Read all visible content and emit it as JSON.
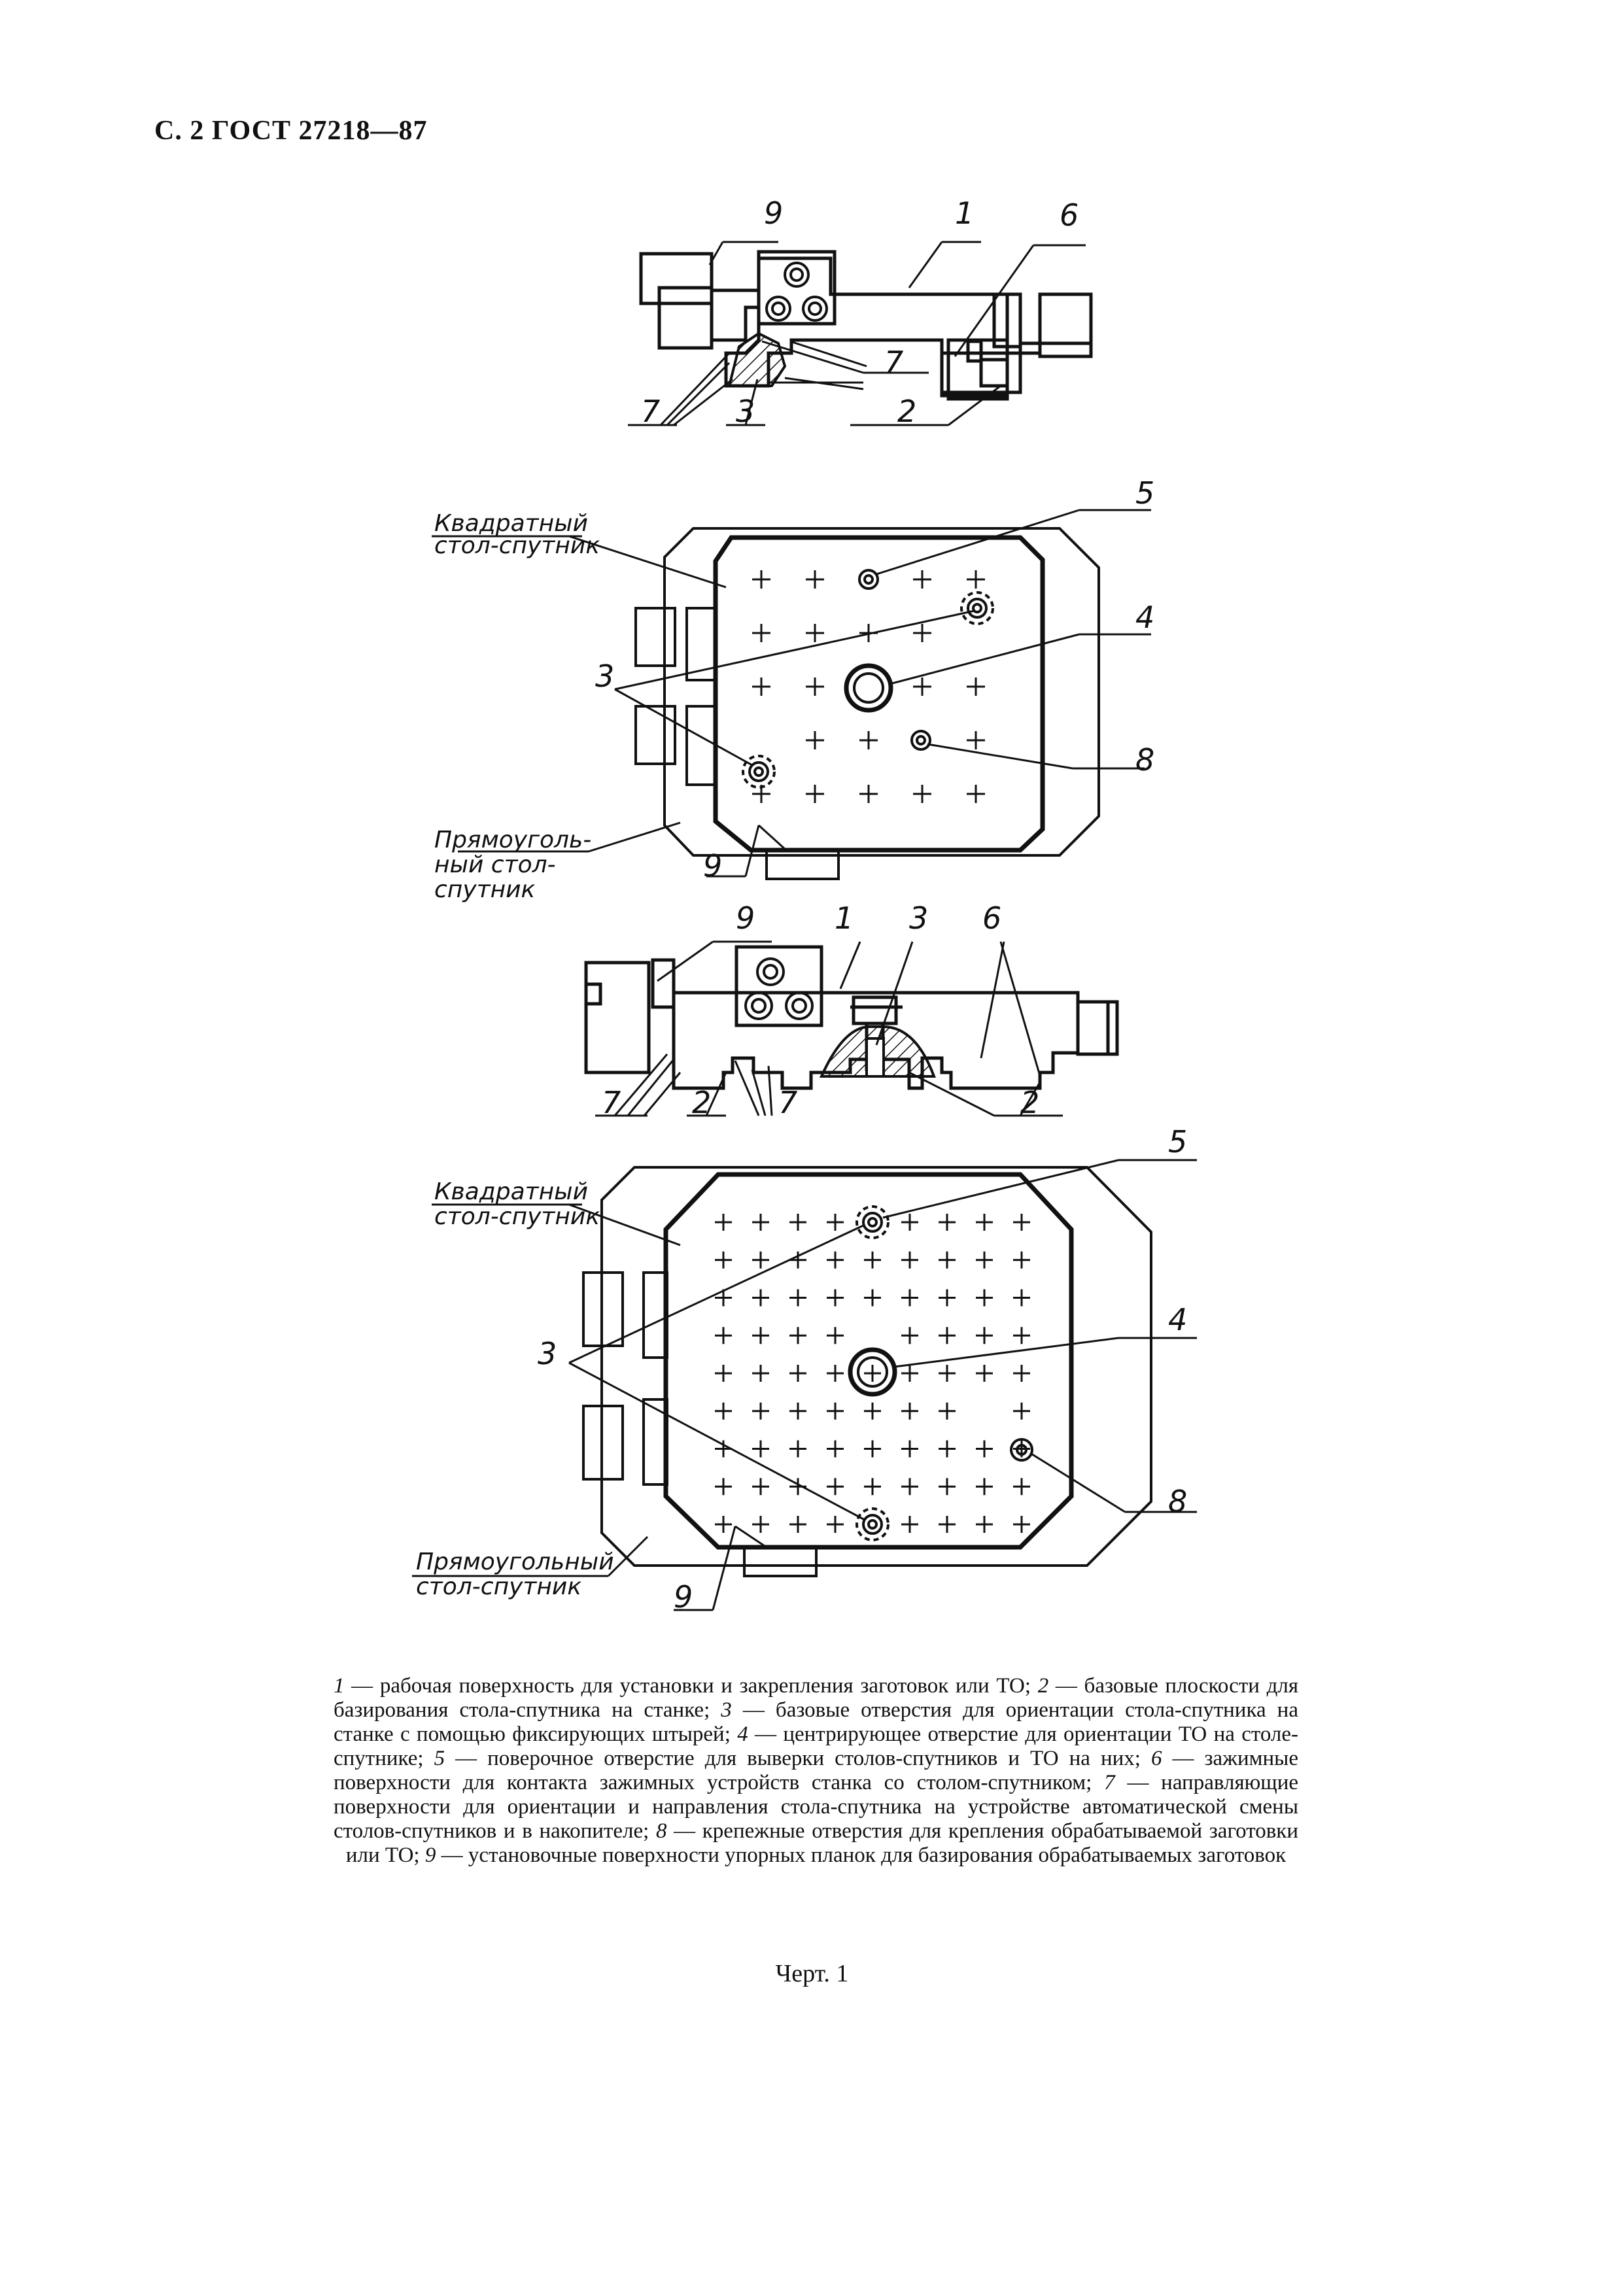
{
  "header": "С. 2 ГОСТ 27218—87",
  "labels": {
    "n1": "1",
    "n2": "2",
    "n3": "3",
    "n4": "4",
    "n5": "5",
    "n6": "6",
    "n7": "7",
    "n8": "8",
    "n9": "9",
    "square1_a": "Квадратный",
    "square1_b": "стол-спутник",
    "rect1_a": "Прямоуголь-",
    "rect1_b": "ный стол-",
    "rect1_c": "спутник",
    "square2_a": "Квадратный",
    "square2_b": "стол-спутник",
    "rect2_a": "Прямоугольный",
    "rect2_b": "стол-спутник"
  },
  "legend": [
    {
      "num": "1",
      "text": " — рабочая поверхность для установки и закрепления заготовок или ТО; "
    },
    {
      "num": "2",
      "text": " — базовые плоскости для базирования стола-спутника на станке; "
    },
    {
      "num": "3",
      "text": " — базовые отверстия для ориентации стола-спутника на станке с помощью фиксирующих штырей; "
    },
    {
      "num": "4",
      "text": " — центрирующее отверстие для ориентации ТО на столе-спутнике; "
    },
    {
      "num": "5",
      "text": " — поверочное отверстие для выверки столов-спутников и ТО на них; "
    },
    {
      "num": "6",
      "text": " — зажимные поверхности для контакта зажимных устройств станка со столом-спутником; "
    },
    {
      "num": "7",
      "text": " — направляющие поверхности для ориентации и направления стола-спутника на устройстве автоматической смены столов-спутников и в накопителе; "
    },
    {
      "num": "8",
      "text": " — крепежные отверстия для крепления обрабатываемой заготовки или ТО; "
    },
    {
      "num": "9",
      "text": " — установочные поверхности упорных планок для базирования обрабатываемых заготовок"
    }
  ],
  "figure_note": "Черт. 1"
}
